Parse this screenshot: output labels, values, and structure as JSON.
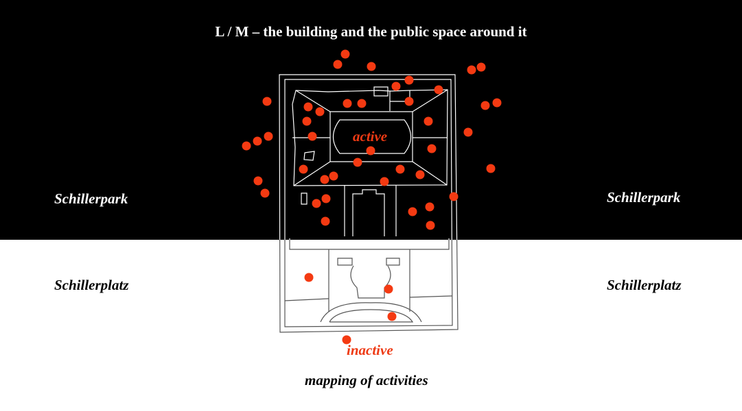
{
  "title": "L / M – the building and the public space around it",
  "labels": {
    "park_left": "Schillerpark",
    "park_right": "Schillerpark",
    "platz_left": "Schillerplatz",
    "platz_right": "Schillerplatz",
    "active": "active",
    "inactive": "inactive",
    "caption": "mapping of activities"
  },
  "colors": {
    "dot": "#f43a12",
    "top_bg": "#000000",
    "bottom_bg": "#ffffff"
  },
  "activity_counts": {
    "active_zone": 42,
    "inactive_zone": 4
  }
}
